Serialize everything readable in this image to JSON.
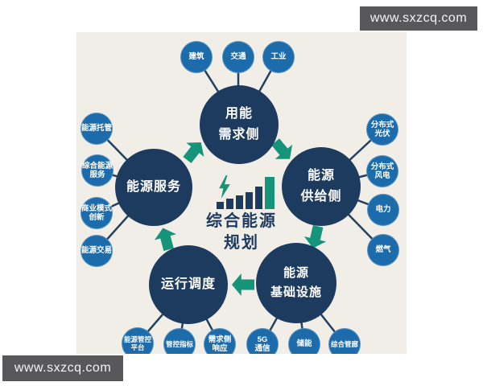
{
  "watermark": {
    "text": "www.sxzcq.com"
  },
  "center": {
    "title": "综合能源\n规划",
    "icon": "lightning-bolt-and-growth-bars",
    "bars": {
      "values": [
        9,
        13,
        17,
        21,
        28,
        40
      ],
      "teal_index": 5
    }
  },
  "nodes": {
    "demand": {
      "label": "用能\n需求侧"
    },
    "supply": {
      "label": "能源\n供给侧"
    },
    "infrastructure": {
      "label": "能源\n基础设施"
    },
    "dispatch": {
      "label": "运行调度"
    },
    "service": {
      "label": "能源服务"
    }
  },
  "satellites": {
    "demand": [
      "建筑",
      "交通",
      "工业"
    ],
    "supply": [
      "分布式\n光伏",
      "分布式\n风电",
      "电力",
      "燃气"
    ],
    "infrastructure": [
      "5G\n通信",
      "储能",
      "综合管廊"
    ],
    "dispatch": [
      "能源管控\n平台",
      "管控指标",
      "需求侧\n响应"
    ],
    "service": [
      "能源托管",
      "综合能源\n服务",
      "商业模式\n创新",
      "能源交易"
    ]
  },
  "colors": {
    "hub_navy": "#1d3a5f",
    "satellite_blue": "#1c6cac",
    "arrow_green": "#16947a",
    "panel_beige": "#f1eee8",
    "watermark_gray": "#58585a"
  }
}
